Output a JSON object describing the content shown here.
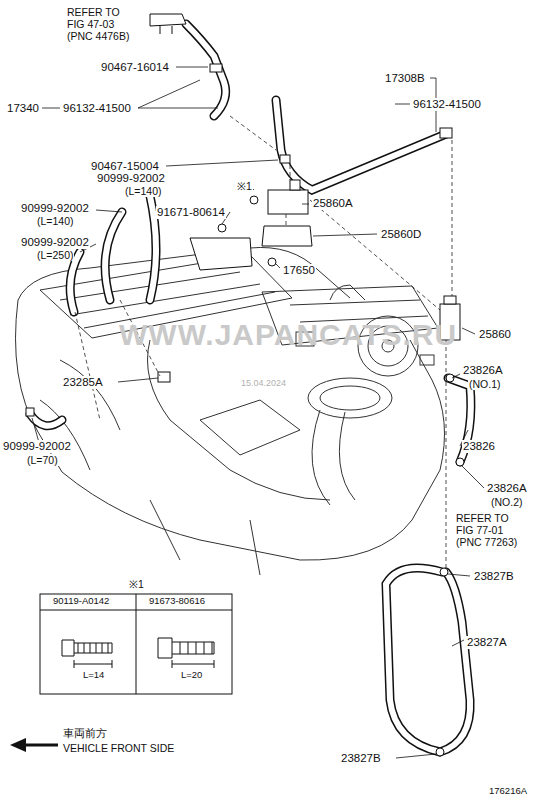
{
  "diagram": {
    "labels": [
      "REFER TO FIG 47-03 (PNC 4476B)",
      "90467-16014",
      "17340",
      "96132-41500",
      "17308B",
      "96132-41500",
      "90467-15004",
      "※1",
      "90999-92002",
      "(L=140)",
      "25860A",
      "91671-80614",
      "90999-92002",
      "(L=140)",
      "25860D",
      "90999-92002",
      "(L=250)",
      "17650",
      "25860",
      "23285A",
      "23826A",
      "(NO.1)",
      "23826",
      "23826A",
      "(NO.2)",
      "90999-92002",
      "(L=70)",
      "REFER TO FIG 77-01 (PNC 77263)",
      "23827B",
      "23827A",
      "23827B",
      "※1",
      "90119-A0142",
      "91673-80616",
      "L=14",
      "L=20",
      "車両前方",
      "VEHICLE FRONT SIDE",
      "176216A",
      "WWW.JAPANCATS.RU",
      "15.04.2024"
    ]
  }
}
